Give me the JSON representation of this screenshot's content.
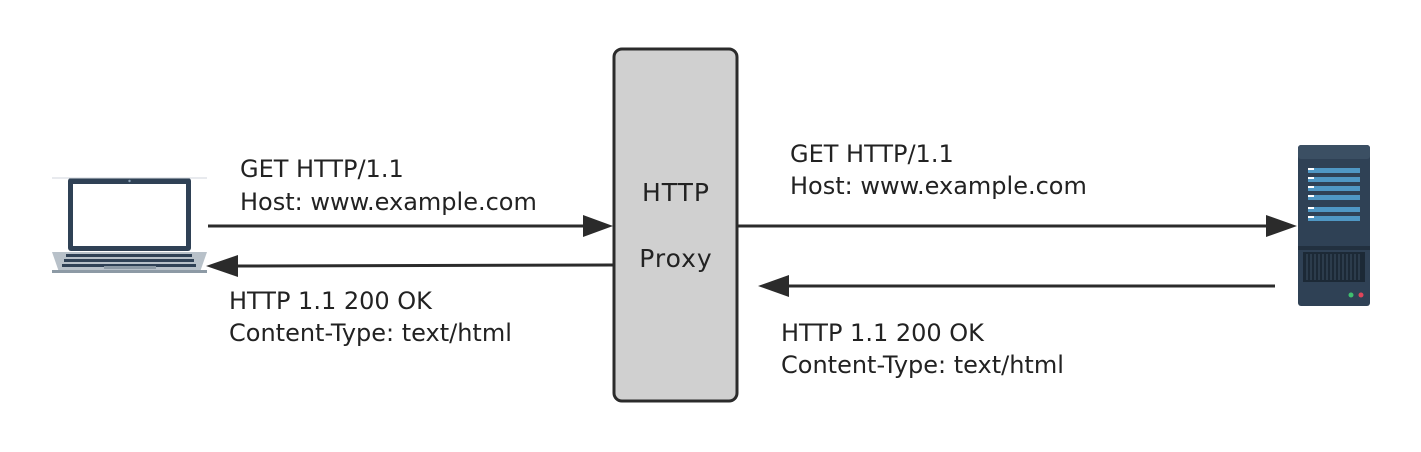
{
  "client": {
    "icon": "laptop-icon"
  },
  "proxy": {
    "title": "HTTP",
    "subtitle": "Proxy",
    "fill_color": "#d0d0d0",
    "border_color": "#2b2b2b"
  },
  "server": {
    "icon": "server-icon"
  },
  "client_request": {
    "line1": "GET HTTP/1.1",
    "line2": "Host: www.example.com"
  },
  "client_response": {
    "line1": "HTTP 1.1 200 OK",
    "line2": "Content-Type: text/html"
  },
  "server_request": {
    "line1": "GET HTTP/1.1",
    "line2": "Host: www.example.com"
  },
  "server_response": {
    "line1": "HTTP 1.1 200 OK",
    "line2": "Content-Type: text/html"
  },
  "colors": {
    "arrow": "#2b2b2b",
    "text": "#222222",
    "laptop_body": "#2f4155",
    "server_body": "#2f4155",
    "server_accent": "#4f97c4"
  }
}
